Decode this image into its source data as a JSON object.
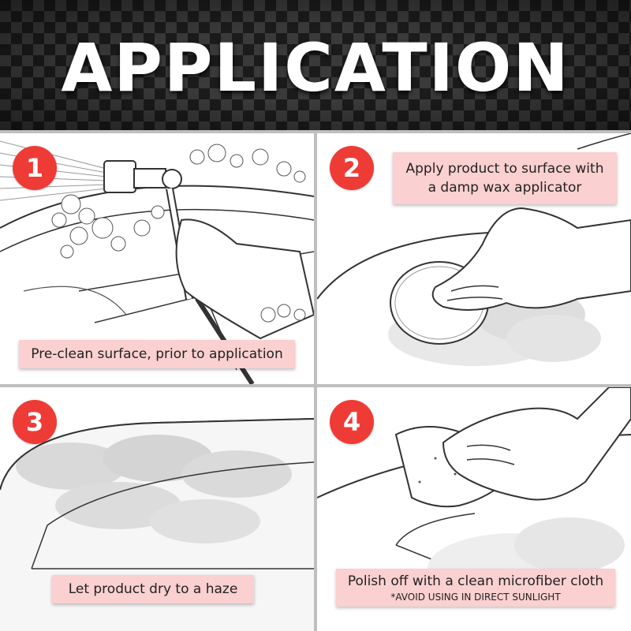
{
  "header": {
    "title": "APPLICATION"
  },
  "steps": [
    {
      "number": "1",
      "text": "Pre-clean surface, prior to application"
    },
    {
      "number": "2",
      "text_line1": "Apply product to surface with",
      "text_line2": "a damp wax applicator"
    },
    {
      "number": "3",
      "text": "Let product dry to a haze"
    },
    {
      "number": "4",
      "text": "Polish off with a clean microfiber cloth",
      "note": "*AVOID USING IN DIRECT SUNLIGHT"
    }
  ],
  "colors": {
    "badge": "#ef3b36",
    "label_bg": "#fad0d0",
    "header_bg": "#1b1b1b"
  }
}
